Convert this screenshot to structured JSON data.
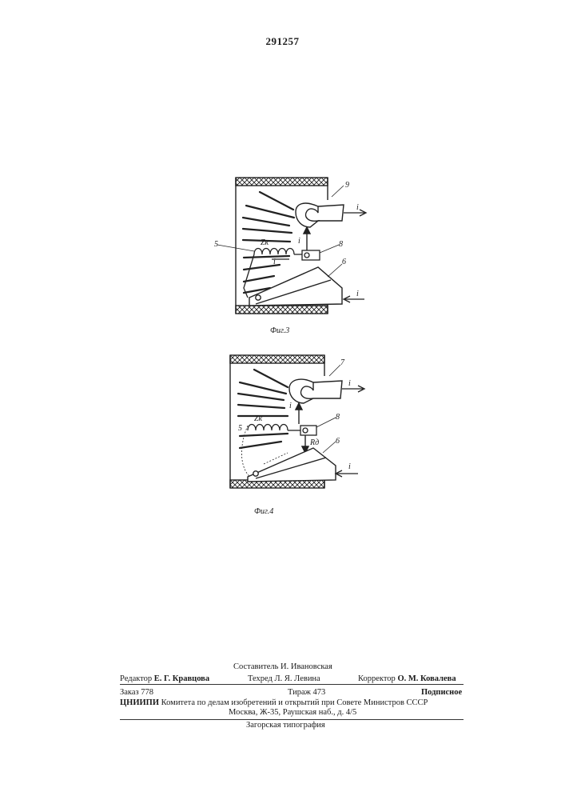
{
  "patent_number": "291257",
  "figures": {
    "fig3": {
      "caption": "Фиг.3",
      "labels": {
        "n9": "9",
        "n5": "5",
        "n8": "8",
        "n6": "6",
        "zk": "Zк",
        "i_left": "i",
        "i_top": "i",
        "i_bottom": "i",
        "i_arrow": "i"
      }
    },
    "fig4": {
      "caption": "Фиг.4",
      "labels": {
        "n7": "7",
        "n5": "5",
        "n8": "8",
        "n6": "6",
        "zk": "Zк",
        "i_top": "i",
        "i_in": "i",
        "i_out": "i",
        "rd": "Rд"
      }
    }
  },
  "imprint": {
    "compiler": "Составитель И. Ивановская",
    "editor_label": "Редактор",
    "editor_name": "Е. Г. Кравцова",
    "techred": "Техред Л. Я. Левина",
    "corrector_label": "Корректор",
    "corrector_name": "О. М. Ковалева",
    "order": "Заказ 778",
    "print_run": "Тираж 473",
    "subscription": "Подписное",
    "org_name": "ЦНИИПИ",
    "org_line": "Комитета по делам изобретений и открытий при Совете Министров СССР",
    "address": "Москва, Ж-35, Раушская наб., д. 4/5",
    "printer": "Загорская типография"
  }
}
